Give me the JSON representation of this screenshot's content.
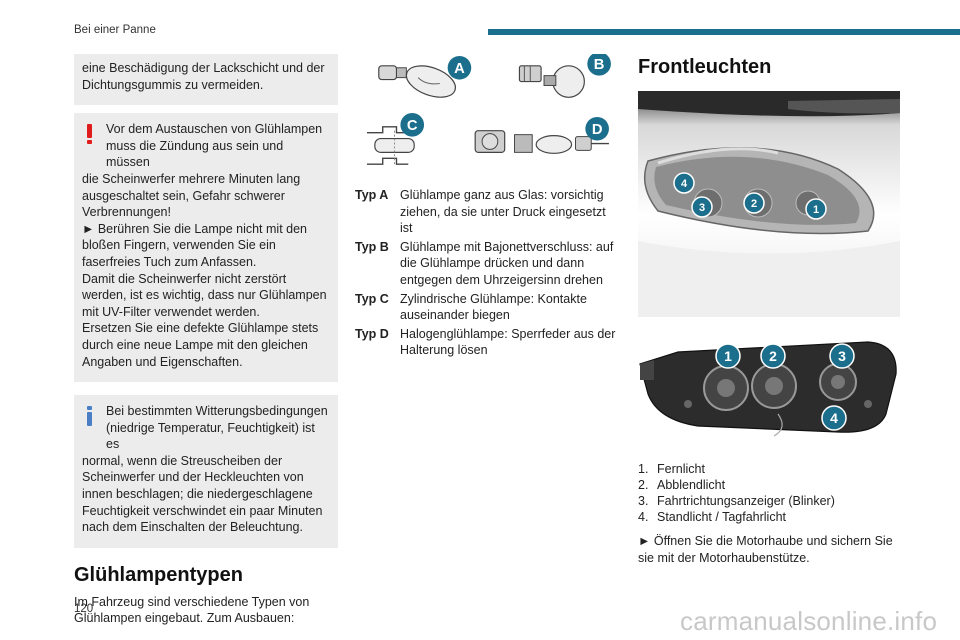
{
  "header": {
    "title": "Bei einer Panne"
  },
  "left": {
    "box_top": "eine Beschädigung der Lackschicht und der Dichtungsgummis zu vermeiden.",
    "warning": {
      "line1": "Vor dem Austauschen von Glühlampen",
      "line2": "muss die Zündung aus sein und müssen",
      "rest1": "die Scheinwerfer mehrere Minuten lang ausgeschaltet sein, Gefahr schwerer Verbrennungen!",
      "rest2": "► Berühren Sie die Lampe nicht mit den bloßen Fingern, verwenden Sie ein faserfreies Tuch zum Anfassen.",
      "rest3": "Damit die Scheinwerfer nicht zerstört werden, ist es wichtig, dass nur Glühlampen mit UV-Filter verwendet werden.",
      "rest4": "Ersetzen Sie eine defekte Glühlampe stets durch eine neue Lampe mit den gleichen Angaben und Eigenschaften."
    },
    "info": {
      "line1": "Bei bestimmten Witterungsbedingungen",
      "line2": "(niedrige Temperatur, Feuchtigkeit) ist es",
      "rest": "normal, wenn die Streuscheiben der Scheinwerfer und der Heckleuchten von innen beschlagen; die niedergeschlagene Feuchtigkeit verschwindet ein paar Minuten nach dem Einschalten der Beleuchtung."
    },
    "section_heading": "Glühlampentypen",
    "section_body": "Im Fahrzeug sind verschiedene Typen von Glühlampen eingebaut. Zum Ausbauen:"
  },
  "middle": {
    "badges": [
      "A",
      "B",
      "C",
      "D"
    ],
    "types": [
      {
        "label": "Typ A",
        "desc": "Glühlampe ganz aus Glas: vorsichtig ziehen, da sie unter Druck eingesetzt ist"
      },
      {
        "label": "Typ B",
        "desc": "Glühlampe mit Bajonettverschluss: auf die Glühlampe drücken und dann entgegen dem Uhrzeigersinn drehen"
      },
      {
        "label": "Typ C",
        "desc": "Zylindrische Glühlampe: Kontakte auseinander biegen"
      },
      {
        "label": "Typ D",
        "desc": "Halogenglühlampe: Sperrfeder aus der Halterung lösen"
      }
    ]
  },
  "right": {
    "heading": "Frontleuchten",
    "photo_badges": [
      "4",
      "3",
      "2",
      "1"
    ],
    "unit_badges": [
      "1",
      "2",
      "3",
      "4"
    ],
    "list": [
      {
        "n": "1.",
        "text": "Fernlicht"
      },
      {
        "n": "2.",
        "text": "Abblendlicht"
      },
      {
        "n": "3.",
        "text": "Fahrtrichtungsanzeiger (Blinker)"
      },
      {
        "n": "4.",
        "text": "Standlicht / Tagfahrlicht"
      }
    ],
    "step": "► Öffnen Sie die Motorhaube und sichern Sie sie mit der Motorhaubenstütze."
  },
  "footer": {
    "page_number": "120",
    "watermark": "carmanualsonline.info"
  },
  "colors": {
    "accent": "#1b6f8c",
    "badge": "#1b6f8c",
    "warning": "#e01b1b",
    "info": "#4a7fc6",
    "box_bg": "#ececec"
  }
}
